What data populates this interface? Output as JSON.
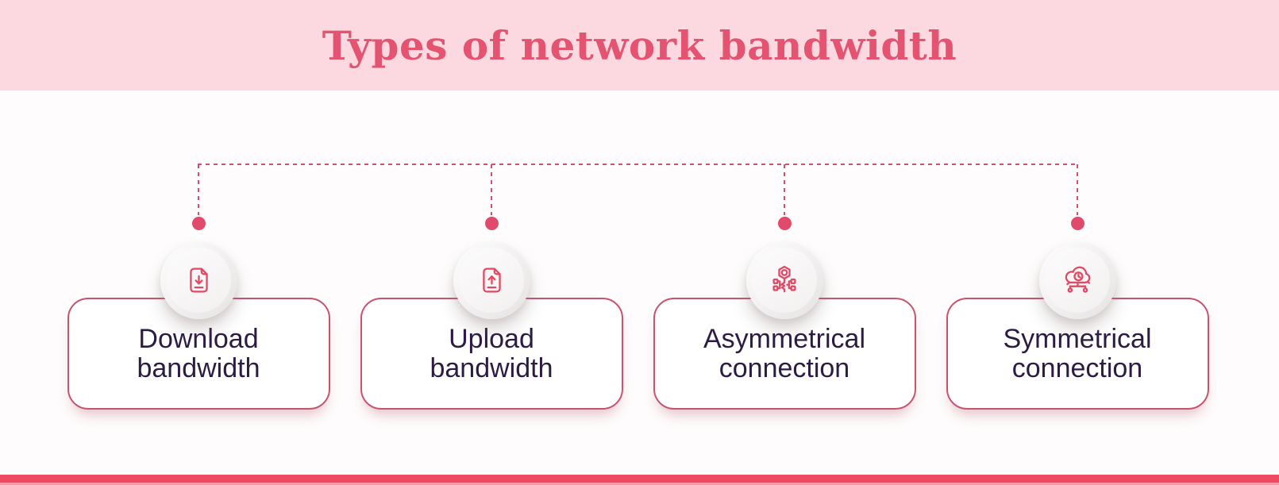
{
  "header": {
    "title": "Types of network bandwidth"
  },
  "nodes": [
    {
      "id": "download-bandwidth",
      "label_line1": "Download",
      "label_line2": "bandwidth",
      "icon": "document-download-icon"
    },
    {
      "id": "upload-bandwidth",
      "label_line1": "Upload",
      "label_line2": "bandwidth",
      "icon": "document-upload-icon"
    },
    {
      "id": "asymmetrical-connection",
      "label_line1": "Asymmetrical",
      "label_line2": "connection",
      "icon": "circuit-key-icon"
    },
    {
      "id": "symmetrical-connection",
      "label_line1": "Symmetrical",
      "label_line2": "connection",
      "icon": "cloud-clock-network-icon"
    }
  ],
  "colors": {
    "page_background": "#fefcfc",
    "header_background": "#fcd9e1",
    "title_text": "#e4536f",
    "connector": "#e14a6b",
    "node_border": "#c8536f",
    "node_text": "#2c1b42",
    "icon_stroke": "#e04a64",
    "footer_bar": "#ee4a63",
    "footer_bar_light": "#f59aa6"
  }
}
